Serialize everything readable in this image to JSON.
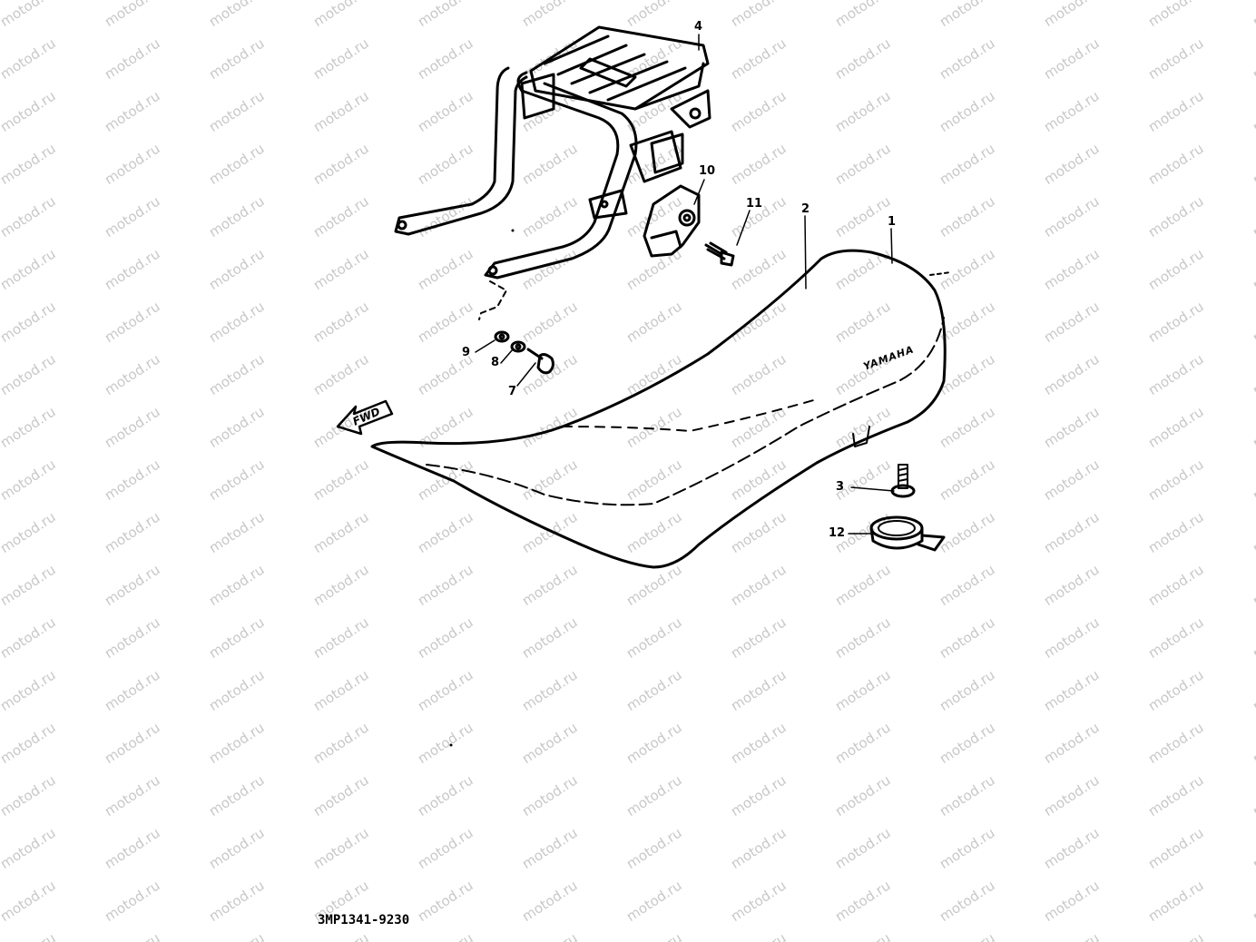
{
  "watermark": "motod.ru",
  "diagram_code": "3MP1341-9230",
  "forward_label": "FWD",
  "seat_brand": "YAMAHA",
  "callouts": [
    "1",
    "2",
    "3",
    "4",
    "7",
    "8",
    "9",
    "10",
    "11",
    "12"
  ]
}
